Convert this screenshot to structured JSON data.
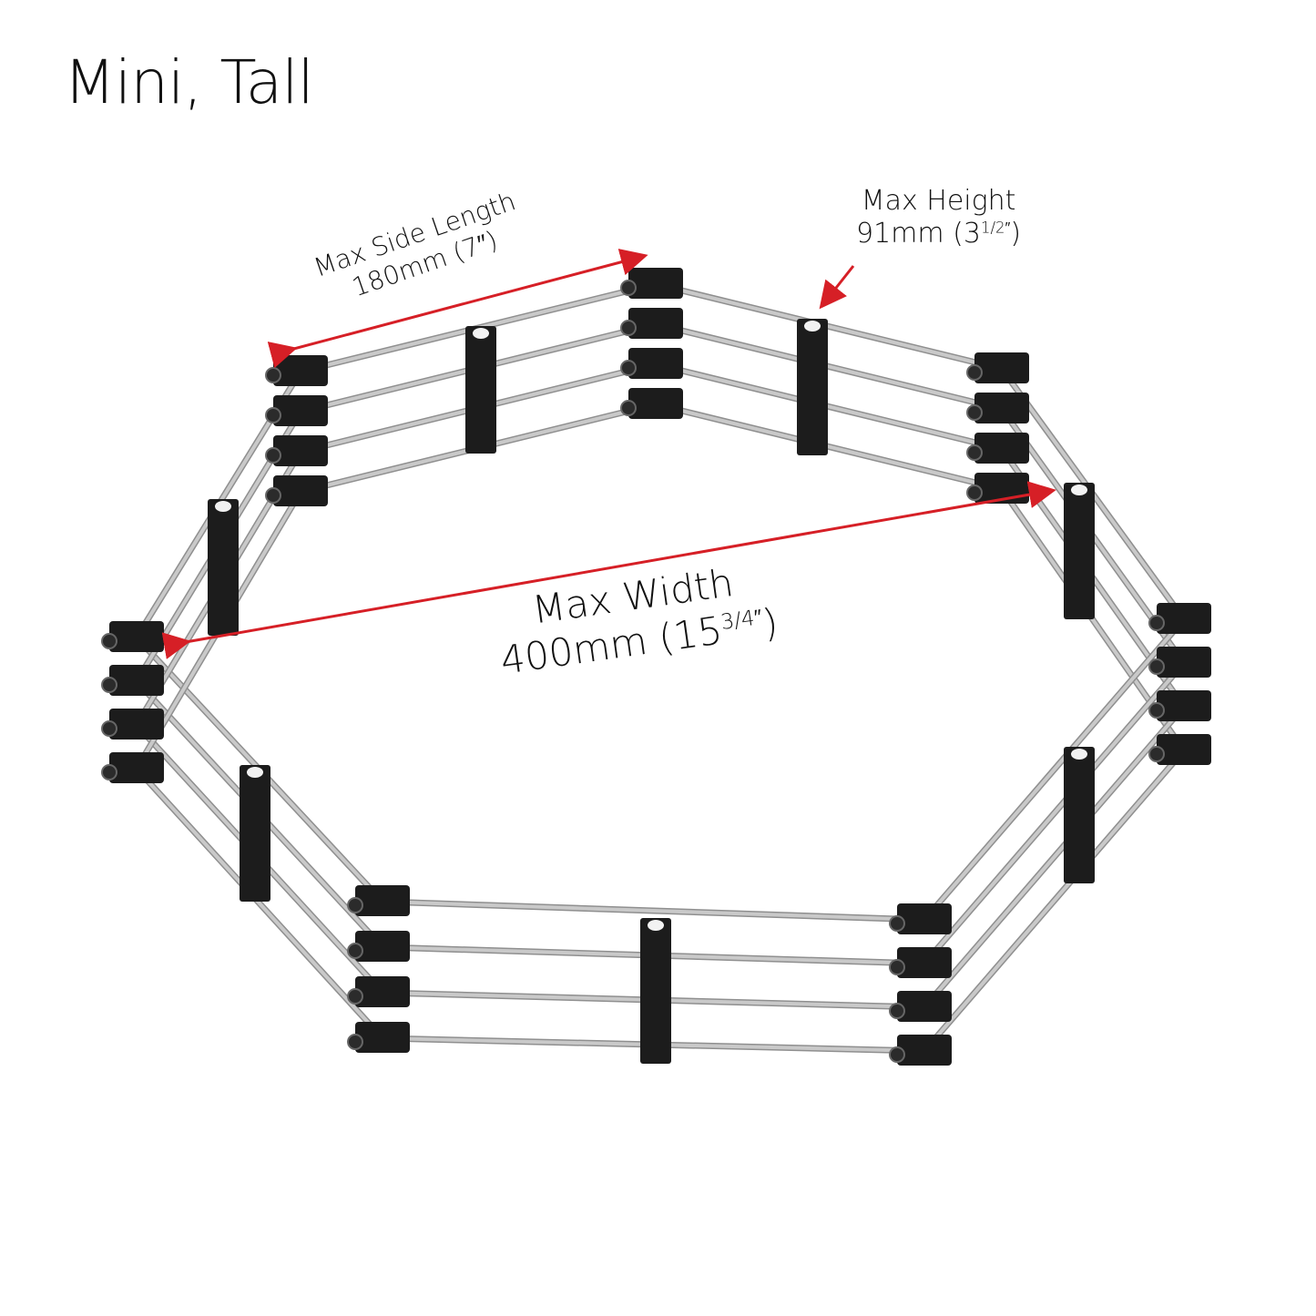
{
  "title": "Mini, Tall",
  "annotations": {
    "side_length": {
      "line1": "Max Side Length",
      "value": "180mm",
      "imperial": "(7″)"
    },
    "height": {
      "line1": "Max Height",
      "value": "91mm",
      "imperial_whole": "(3",
      "imperial_frac": "1/2″",
      "close": ")"
    },
    "width": {
      "line1": "Max Width",
      "value": "400mm",
      "imperial_whole": "(15",
      "imperial_frac": "3/4″",
      "close": ")"
    }
  },
  "colors": {
    "arrow": "#d61f26",
    "post": "#1c1c1c",
    "rod": "#c9c9c9",
    "text": "#111111"
  },
  "rails_per_side": 4
}
